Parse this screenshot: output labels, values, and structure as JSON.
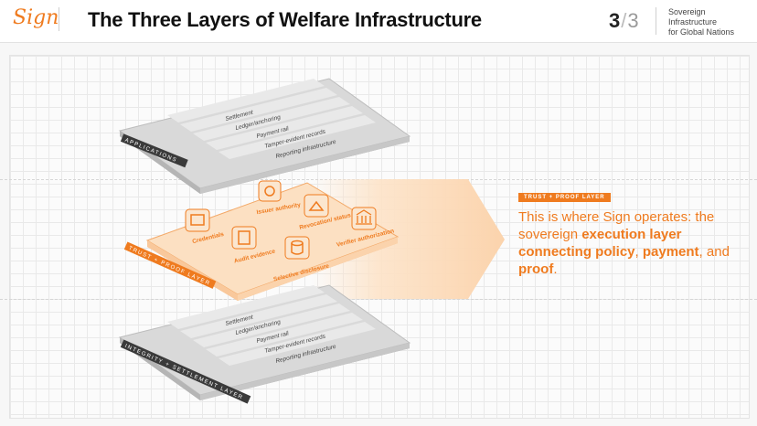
{
  "header": {
    "logo": "Sign",
    "title": "The Three Layers of Welfare Infrastructure",
    "page_current": "3",
    "page_sep": "/",
    "page_total": "3",
    "subtitle_line1": "Sovereign Infrastructure",
    "subtitle_line2": "for Global Nations"
  },
  "layers": {
    "top": {
      "label": "APPLICATIONS",
      "rows": [
        "Settlement",
        "Ledger/anchoring",
        "Payment rail",
        "Tamper-evident records",
        "Reporting infrastructure"
      ]
    },
    "middle": {
      "label": "TRUST + PROOF LAYER",
      "modules": [
        "Issuer authority",
        "Credentials",
        "Revocation/ status",
        "Audit evidence",
        "Verifier authorization",
        "Selective disclosure"
      ]
    },
    "bottom": {
      "label": "INTEGRITY + SETTLEMENT LAYER",
      "rows": [
        "Settlement",
        "Ledger/anchoring",
        "Payment rail",
        "Tamper-evident records",
        "Reporting infrastructure"
      ]
    }
  },
  "callout": {
    "tag": "TRUST + PROOF LAYER",
    "text_plain1": "This is where Sign operates: the sovereign ",
    "text_bold1": "execution layer connecting policy",
    "text_plain2": ", ",
    "text_bold2": "payment",
    "text_plain3": ", and ",
    "text_bold3": "proof",
    "text_plain4": "."
  },
  "colors": {
    "accent": "#ef7b1f",
    "accent_light": "#fde3c8",
    "slab_gray": "#dcdcdc"
  }
}
